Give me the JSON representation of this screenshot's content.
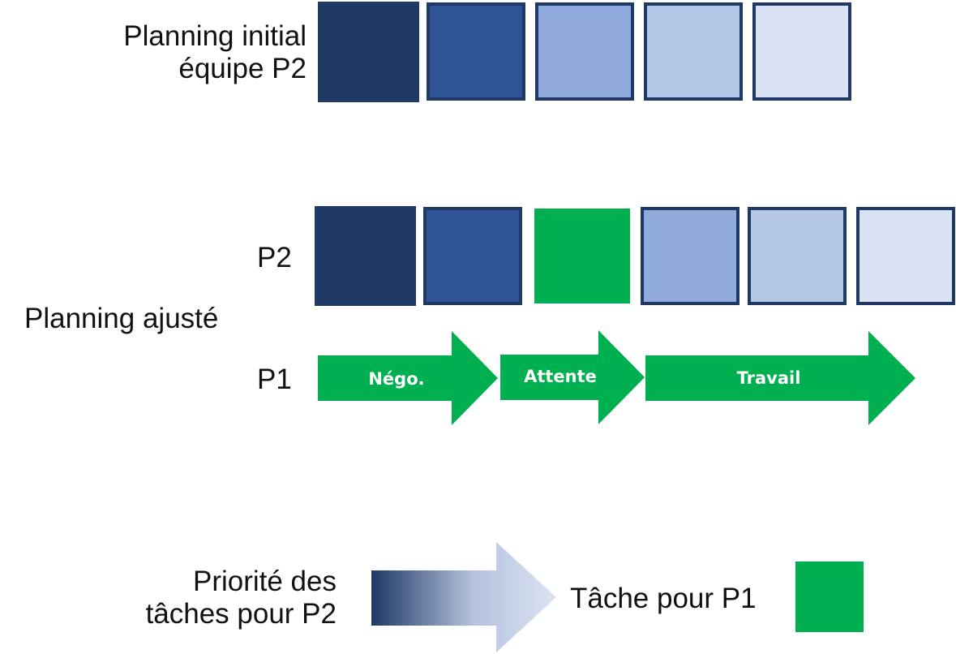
{
  "initial": {
    "label_lines": [
      "Planning initial",
      "équipe P2"
    ],
    "boxes": [
      {
        "fill": "#203864",
        "border": "#203864"
      },
      {
        "fill": "#2f5597",
        "border": "#1f3864"
      },
      {
        "fill": "#8faadc",
        "border": "#1f3864"
      },
      {
        "fill": "#b4c7e7",
        "border": "#1f3864"
      },
      {
        "fill": "#dae3f3",
        "border": "#1f3864"
      }
    ]
  },
  "adjusted": {
    "label": "Planning ajusté",
    "p2_label": "P2",
    "p1_label": "P1",
    "p2_boxes": [
      {
        "fill": "#203864",
        "border": "#203864"
      },
      {
        "fill": "#2f5597",
        "border": "#1f3864"
      },
      {
        "fill": "#00b050",
        "border": "#00b050"
      },
      {
        "fill": "#8faadc",
        "border": "#1f3864"
      },
      {
        "fill": "#b4c7e7",
        "border": "#1f3864"
      },
      {
        "fill": "#dae3f3",
        "border": "#1f3864"
      }
    ],
    "p1_steps": [
      "Négo.",
      "Attente",
      "Travail"
    ]
  },
  "legend": {
    "priority_lines": [
      "Priorité des",
      "tâches pour P2"
    ],
    "task_label": "Tâche pour P1",
    "task_color": "#00b050",
    "gradient_dark": "#1f3864",
    "gradient_light": "#dae3f3"
  }
}
